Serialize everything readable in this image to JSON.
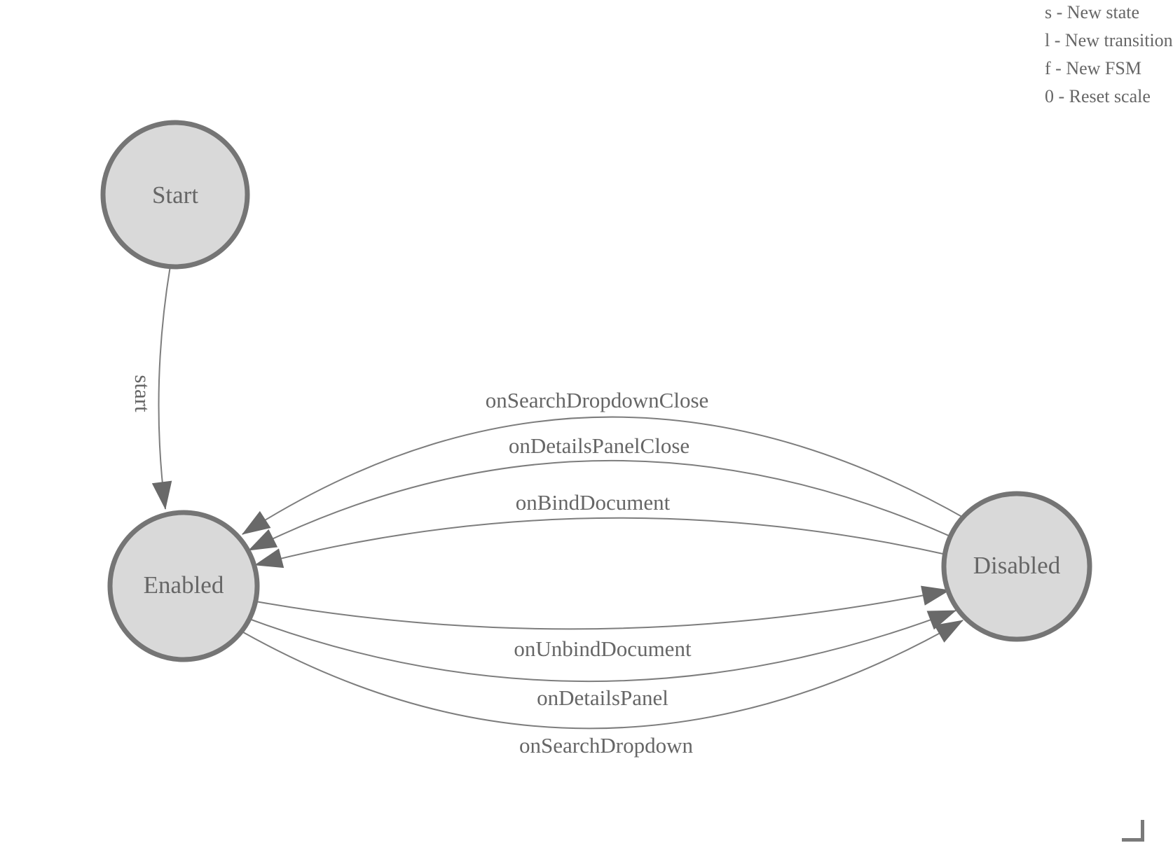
{
  "diagram": {
    "nodes": [
      {
        "id": "start",
        "label": "Start"
      },
      {
        "id": "enabled",
        "label": "Enabled"
      },
      {
        "id": "disabled",
        "label": "Disabled"
      }
    ],
    "edges": [
      {
        "label": "start",
        "from": "Start",
        "to": "Enabled"
      },
      {
        "label": "onSearchDropdownClose",
        "from": "Disabled",
        "to": "Enabled"
      },
      {
        "label": "onDetailsPanelClose",
        "from": "Disabled",
        "to": "Enabled"
      },
      {
        "label": "onBindDocument",
        "from": "Disabled",
        "to": "Enabled"
      },
      {
        "label": "onUnbindDocument",
        "from": "Enabled",
        "to": "Disabled"
      },
      {
        "label": "onDetailsPanel",
        "from": "Enabled",
        "to": "Disabled"
      },
      {
        "label": "onSearchDropdown",
        "from": "Enabled",
        "to": "Disabled"
      }
    ]
  },
  "legend": {
    "items": [
      "s - New state",
      "l - New transition",
      "f - New FSM",
      "0 - Reset scale"
    ]
  },
  "icons": {
    "corner_bracket": "scale-corner-mark"
  },
  "colors": {
    "node_fill": "#d9d9d9",
    "node_stroke": "#757575",
    "edge_line": "#7d7d7d",
    "arrowhead": "#696969",
    "text": "#666666"
  }
}
